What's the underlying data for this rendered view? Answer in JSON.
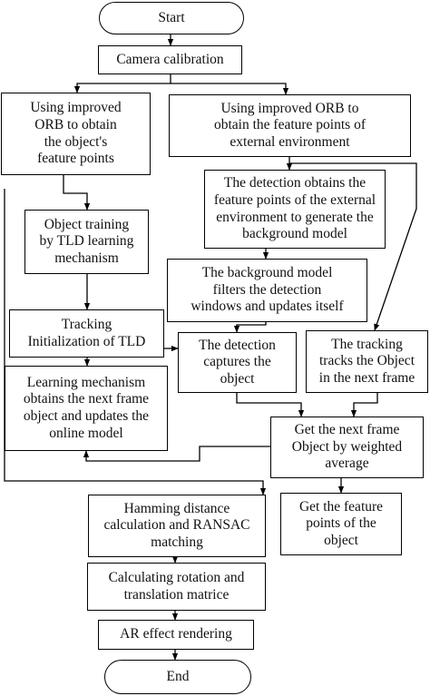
{
  "nodes": {
    "start": "Start",
    "calibration": "Camera calibration",
    "orb_object": "Using improved\nORB to obtain\nthe object's\nfeature points",
    "orb_env": "Using improved ORB to\nobtain the feature points of\nexternal environment",
    "detection_bg": "The detection obtains the\nfeature points of the external\nenvironment to generate the\nbackground model",
    "tld_training": "Object training\nby TLD learning\nmechanism",
    "bg_filter": "The background model\nfilters the detection\nwindows and updates itself",
    "tracking_init": "Tracking\nInitialization of TLD",
    "detection_captures": "The detection\ncaptures the\nobject",
    "tracking_tracks": "The tracking\ntracks the Object\nin the next frame",
    "learning": "Learning mechanism\nobtains the next frame\nobject and updates the\nonline model",
    "weighted_avg": "Get the next frame\nObject by weighted\naverage",
    "hamming": "Hamming distance\ncalculation and RANSAC\nmatching",
    "feature_points": "Get the feature\npoints of the\nobject",
    "rotation": "Calculating rotation and\ntranslation matrice",
    "ar_render": "AR effect rendering",
    "end": "End"
  }
}
